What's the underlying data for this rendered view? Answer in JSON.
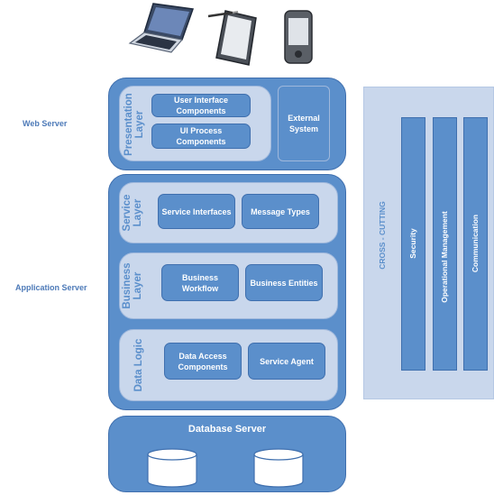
{
  "devices": [
    "laptop-icon",
    "tablet-icon",
    "smartphone-icon"
  ],
  "side_labels": {
    "web_server": "Web Server",
    "application_server": "Application Server"
  },
  "web_server": {
    "presentation_layer": {
      "title": "Presentation\nLayer",
      "components": [
        "User Interface\nComponents",
        "UI Process\nComponents"
      ]
    },
    "external_system": "External\nSystem"
  },
  "application_server": {
    "service_layer": {
      "title": "Service\nLayer",
      "components": [
        "Service Interfaces",
        "Message Types"
      ]
    },
    "business_layer": {
      "title": "Business\nLayer",
      "components": [
        "Business\nWorkflow",
        "Business Entities"
      ]
    },
    "data_logic": {
      "title": "Data Logic",
      "components": [
        "Data Access\nComponents",
        "Service Agent"
      ]
    }
  },
  "database_server": {
    "title": "Database Server",
    "databases": [
      "database-icon",
      "database-icon"
    ]
  },
  "cross_cutting": {
    "title": "CROSS - CUTTING",
    "concerns": [
      "Security",
      "Operational Management",
      "Communication"
    ]
  },
  "colors": {
    "tier_fill": "#5b8fcb",
    "layer_fill": "#c9d7ec",
    "side_label": "#4d7ab8"
  }
}
